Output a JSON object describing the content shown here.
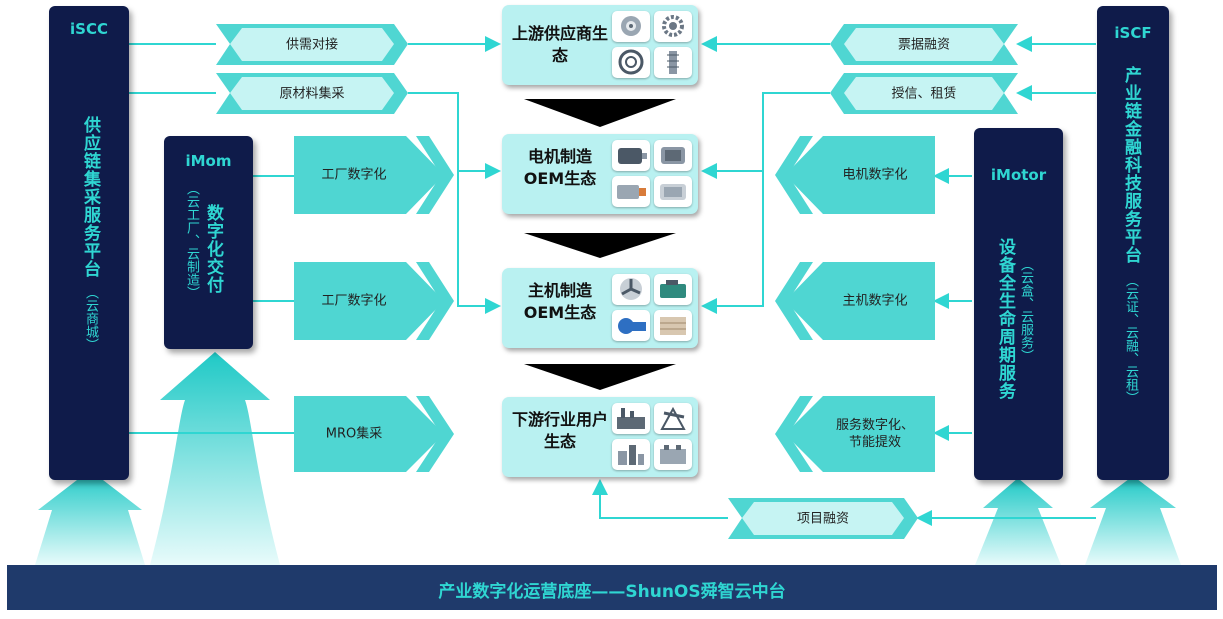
{
  "left_panel": {
    "code": "iSCC",
    "title": "供应链集采服务平台",
    "sub": "（云商城）"
  },
  "imom_panel": {
    "code": "iMom",
    "title": "数字化交付",
    "sub": "（云工厂、云制造）"
  },
  "imotor_panel": {
    "code": "iMotor",
    "title": "设备全生命周期服务",
    "sub": "（云盒、云服务）"
  },
  "right_panel": {
    "code": "iSCF",
    "title": "产业链金融科技服务平台",
    "sub": "（云证、云融、云租）"
  },
  "ecosystems": [
    {
      "title": "上游供应商生态",
      "icons": [
        "bearing-icon",
        "gear-icon",
        "bearing-ring-icon",
        "spring-icon"
      ]
    },
    {
      "title": "电机制造OEM生态",
      "icons": [
        "motor-icon",
        "motor-icon",
        "motor-icon",
        "motor-icon"
      ]
    },
    {
      "title": "主机制造OEM生态",
      "icons": [
        "fan-icon",
        "compressor-icon",
        "pump-icon",
        "generator-icon"
      ]
    },
    {
      "title": "下游行业用户生态",
      "icons": [
        "factory-icon",
        "oil-pump-icon",
        "plant-icon",
        "industrial-icon"
      ]
    }
  ],
  "left_bands": {
    "supply_match": "供需对接",
    "raw_material": "原材料集采",
    "factory_digital_1": "工厂数字化",
    "factory_digital_2": "工厂数字化",
    "mro": "MRO集采"
  },
  "right_bands": {
    "bill_finance": "票据融资",
    "credit_lease": "授信、租赁",
    "motor_digital": "电机数字化",
    "host_digital": "主机数字化",
    "service_digital": "服务数字化、\n节能提效",
    "project_finance": "项目融资"
  },
  "base": {
    "label": "产业数字化运营底座——ShunOS舜智云中台"
  },
  "colors": {
    "navy": "#0f1b4a",
    "teal": "#2fd6d2",
    "band": "#4fd6d2",
    "eco_bg": "#b9f1f1",
    "base": "#1f3a6b"
  }
}
